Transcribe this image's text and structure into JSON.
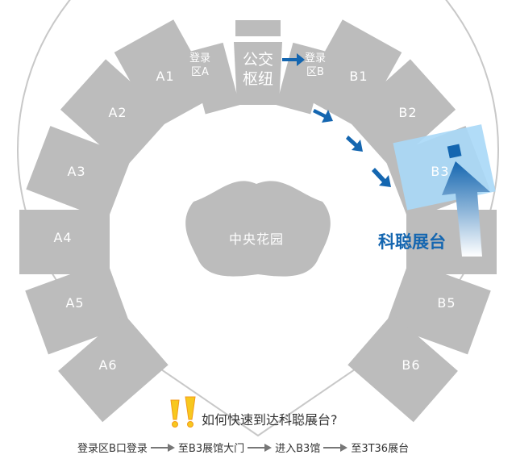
{
  "halls_a": [
    "A1",
    "A2",
    "A3",
    "A4",
    "A5",
    "A6"
  ],
  "halls_b": [
    "B1",
    "B2",
    "B3",
    "B5",
    "B6"
  ],
  "login_a": [
    "登录",
    "区A"
  ],
  "login_b": [
    "登录",
    "区B"
  ],
  "hub": [
    "公交",
    "枢纽"
  ],
  "garden": "中央花园",
  "booth_label": "科聪展台",
  "question": "如何快速到达科聪展台?",
  "steps": [
    "登录区B口登录",
    "至B3展馆大门",
    "进入B3馆",
    "至3T36展台"
  ],
  "colors": {
    "hall": "#bcbcbc",
    "highlight": "#a9d8f7",
    "arrow": "#1466b0"
  }
}
